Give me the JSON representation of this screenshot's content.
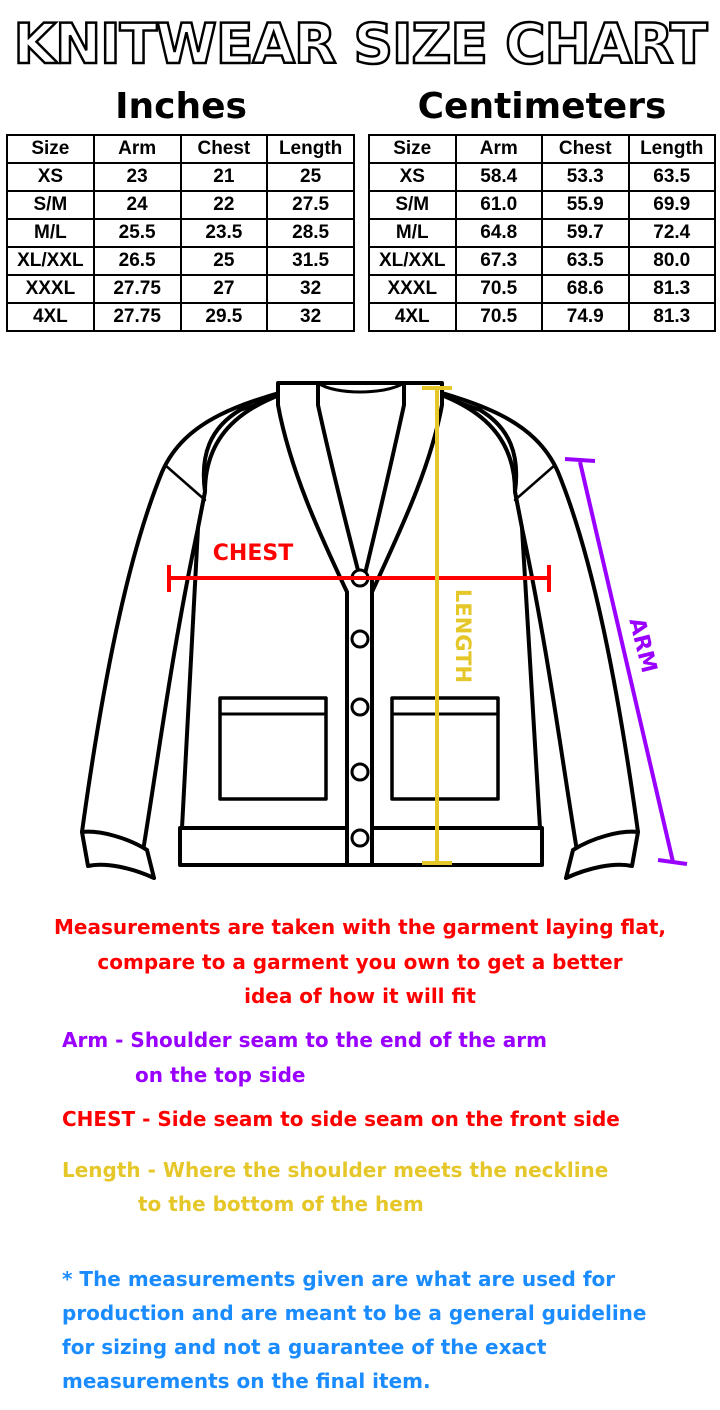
{
  "title": "KNITWEAR SIZE CHART",
  "inches": {
    "heading": "Inches",
    "columns": [
      "Size",
      "Arm",
      "Chest",
      "Length"
    ],
    "rows": [
      [
        "XS",
        "23",
        "21",
        "25"
      ],
      [
        "S/M",
        "24",
        "22",
        "27.5"
      ],
      [
        "M/L",
        "25.5",
        "23.5",
        "28.5"
      ],
      [
        "XL/XXL",
        "26.5",
        "25",
        "31.5"
      ],
      [
        "XXXL",
        "27.75",
        "27",
        "32"
      ],
      [
        "4XL",
        "27.75",
        "29.5",
        "32"
      ]
    ]
  },
  "centimeters": {
    "heading": "Centimeters",
    "columns": [
      "Size",
      "Arm",
      "Chest",
      "Length"
    ],
    "rows": [
      [
        "XS",
        "58.4",
        "53.3",
        "63.5"
      ],
      [
        "S/M",
        "61.0",
        "55.9",
        "69.9"
      ],
      [
        "M/L",
        "64.8",
        "59.7",
        "72.4"
      ],
      [
        "XL/XXL",
        "67.3",
        "63.5",
        "80.0"
      ],
      [
        "XXXL",
        "70.5",
        "68.6",
        "81.3"
      ],
      [
        "4XL",
        "70.5",
        "74.9",
        "81.3"
      ]
    ]
  },
  "diagram": {
    "chest_label": "CHEST",
    "length_label": "LENGTH",
    "arm_label": "ARM",
    "colors": {
      "chest": "#ff0000",
      "length": "#e6c72a",
      "arm": "#9a00ff",
      "outline": "#000000"
    }
  },
  "notes": {
    "flat_line1": "Measurements are taken with the garment laying flat,",
    "flat_line2": "compare to a garment you own to get a better",
    "flat_line3": "idea of how it will fit",
    "arm_line1": "Arm - Shoulder seam to the end of the arm",
    "arm_line2": "on the top side",
    "chest_line": "CHEST - Side seam to side seam on the front side",
    "length_line1": "Length - Where the shoulder meets the neckline",
    "length_line2": "to the bottom of the hem",
    "disclaimer_line1": "* The measurements given are what are used for",
    "disclaimer_line2": "production and are meant to be a general guideline",
    "disclaimer_line3": "for sizing and not a guarantee of the exact",
    "disclaimer_line4": "measurements on the final item."
  }
}
